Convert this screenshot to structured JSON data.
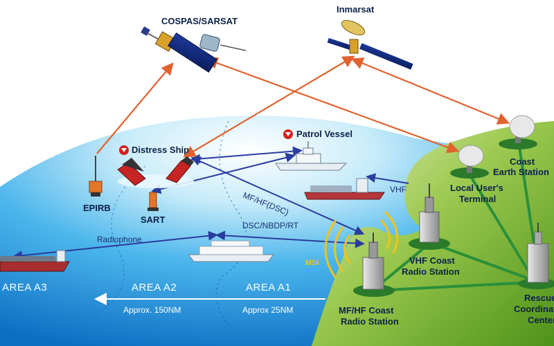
{
  "satellites": {
    "cospas": "COSPAS/SARSAT",
    "inmarsat": "Inmarsat"
  },
  "vessels": {
    "distress_ship": "Distress Ship",
    "patrol_vessel": "Patrol Vessel",
    "epirb": "EPIRB",
    "sart": "SART"
  },
  "links": {
    "mf_hf_dsc": "MF/HF(DSC)",
    "vhf": "VHF",
    "radiophone": "Radiophone",
    "dsc_nbdp_rt": "DSC/NBDP/RT",
    "msi": "MSI"
  },
  "stations": {
    "coast_earth": [
      "Coast",
      "Earth Station"
    ],
    "local_user": [
      "Local User's",
      "Terminal"
    ],
    "vhf_coast": [
      "VHF Coast",
      "Radio Station"
    ],
    "mf_hf_coast": [
      "MF/HF Coast",
      "Radio Station"
    ],
    "rescue": [
      "Rescue",
      "Coordinat",
      "Center"
    ]
  },
  "areas": {
    "a3": "AREA A3",
    "a2": "AREA A2",
    "a1": "AREA A1",
    "a2_range": "Approx. 150NM",
    "a1_range": "Approx 25NM"
  },
  "colors": {
    "sea": "#1f8fd8",
    "land": "#4f9a1e",
    "satellite_link": "#e1622e",
    "radio_link": "#2a3c9e",
    "station_link": "#2a8f3a"
  }
}
